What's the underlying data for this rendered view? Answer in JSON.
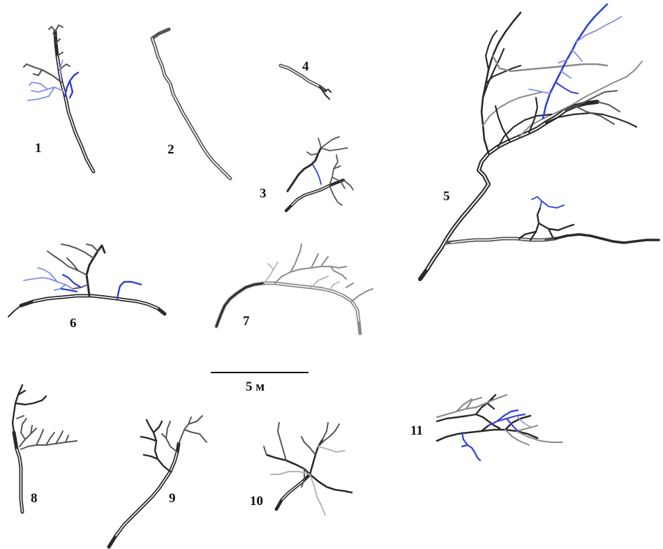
{
  "colors": {
    "dark": "#2a2a2a",
    "mid": "#555555",
    "gray": "#8a8a8a",
    "light": "#b5b5b5",
    "blue": "#2f3fd6",
    "light_blue": "#7f8ee8"
  },
  "labels": {
    "n1": "1",
    "n2": "2",
    "n3": "3",
    "n4": "4",
    "n5": "5",
    "n6": "6",
    "n7": "7",
    "n8": "8",
    "n9": "9",
    "n10": "10",
    "n11": "11"
  },
  "scale": {
    "text": "5 м"
  }
}
